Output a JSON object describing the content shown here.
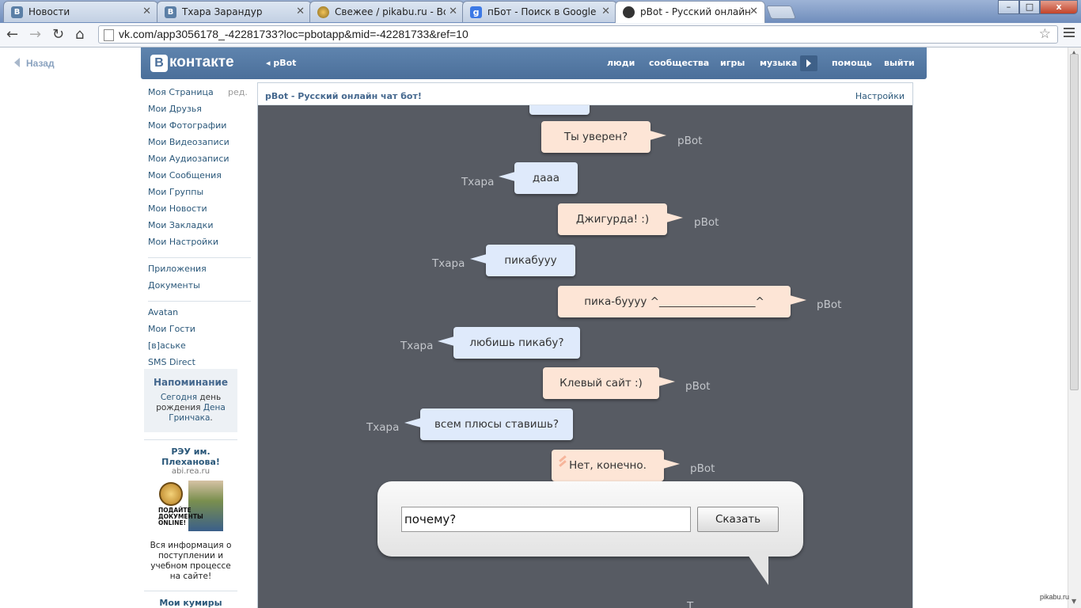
{
  "browser": {
    "tabs": [
      {
        "title": "Новости",
        "favicon": "vk-icon",
        "active": false
      },
      {
        "title": "Тхара Зарандур",
        "favicon": "vk-icon",
        "active": false
      },
      {
        "title": "Свежее / pikabu.ru - Все",
        "favicon": "pikabu-icon",
        "active": false
      },
      {
        "title": "пБот - Поиск в Google",
        "favicon": "google-icon",
        "active": false
      },
      {
        "title": "pBot - Русский онлайн ч",
        "favicon": "pbot-icon",
        "active": true
      }
    ],
    "url": "vk.com/app3056178_-42281733?loc=pbotapp&mid=-42281733&ref=10",
    "window_controls": {
      "minimize": "–",
      "maximize": "□",
      "close": "x"
    }
  },
  "vk": {
    "back_label": "Назад",
    "logo_letter": "В",
    "logo_text": "контакте",
    "app_title": "pBot",
    "topnav": [
      "люди",
      "сообщества",
      "игры",
      "музыка",
      "помощь",
      "выйти"
    ],
    "left_menu_edit": "ред.",
    "left_menu": [
      "Моя Страница",
      "Мои Друзья",
      "Мои Фотографии",
      "Мои Видеозаписи",
      "Мои Аудиозаписи",
      "Мои Сообщения",
      "Мои Группы",
      "Мои Новости",
      "Мои Закладки",
      "Мои Настройки"
    ],
    "left_menu_apps": [
      "Приложения",
      "Документы"
    ],
    "left_menu_links": [
      "Avatan",
      "Мои Гости",
      "[в]аське",
      "SMS Direct"
    ],
    "reminder": {
      "title": "Напоминание",
      "today": "Сегодня",
      "text1": "день рождения",
      "name": "Дена Гринчака",
      "dot": "."
    },
    "ad": {
      "title": "РЭУ им. Плеханова!",
      "domain": "abi.rea.ru",
      "image_text": "ПОДАЙТЕ ДОКУМЕНТЫ ONLINE!",
      "description": "Вся информация о поступлении и учебном процессе на сайте!"
    },
    "idols_title": "Мои кумиры"
  },
  "app": {
    "frame_title": "pBot - Русский онлайн чат бот!",
    "settings_label": "Настройки",
    "messages": [
      {
        "from": "bot",
        "sender": "pBot",
        "text": "Ты уверен?"
      },
      {
        "from": "me",
        "sender": "Тхара",
        "text": "дааа"
      },
      {
        "from": "bot",
        "sender": "pBot",
        "text": "Джигурда! :)"
      },
      {
        "from": "me",
        "sender": "Тхара",
        "text": "пикабууу"
      },
      {
        "from": "bot",
        "sender": "pBot",
        "text": "пика-буууу ^__________________^"
      },
      {
        "from": "me",
        "sender": "Тхара",
        "text": "любишь пикабу?"
      },
      {
        "from": "bot",
        "sender": "pBot",
        "text": "Клевый сайт :)"
      },
      {
        "from": "me",
        "sender": "Тхара",
        "text": "всем плюсы ставишь?"
      },
      {
        "from": "bot",
        "sender": "pBot",
        "text": "Нет, конечно."
      }
    ],
    "input_value": "почему?",
    "say_button": "Сказать",
    "bottom_sender": "Т"
  },
  "watermark": "pikabu.ru",
  "colors": {
    "vk_blue": "#4b6f9a",
    "bot_bubble": "#fde5d6",
    "user_bubble": "#dfeafb",
    "chat_bg": "#575b63"
  }
}
